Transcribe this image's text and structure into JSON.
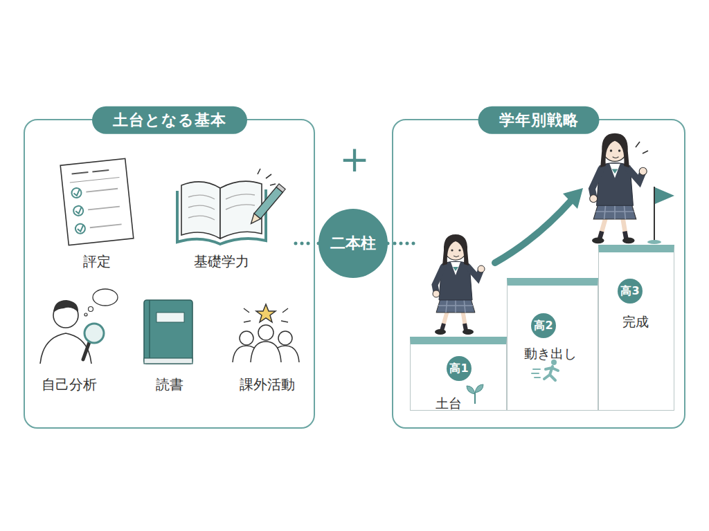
{
  "diagram": {
    "nodes": [
      {
        "text": [
          "土台となる基本"
        ]
      },
      {
        "text": [
          "二本柱"
        ]
      },
      {
        "text": [
          "学年別戦略"
        ]
      },
      {
        "text": [
          "高1",
          "土台"
        ],
        "in": 2
      },
      {
        "text": [
          "高2",
          "動き出し"
        ],
        "in": 2
      },
      {
        "text": [
          "高3",
          "完成"
        ],
        "in": 2
      }
    ],
    "edges": [
      {
        "from": 1,
        "to": 0,
        "arrow": "none"
      },
      {
        "from": 1,
        "to": 2,
        "arrow": "none"
      }
    ],
    "labels": [
      "評定",
      "基礎学力",
      "自己分析",
      "読書",
      "課外活動",
      "+"
    ]
  }
}
